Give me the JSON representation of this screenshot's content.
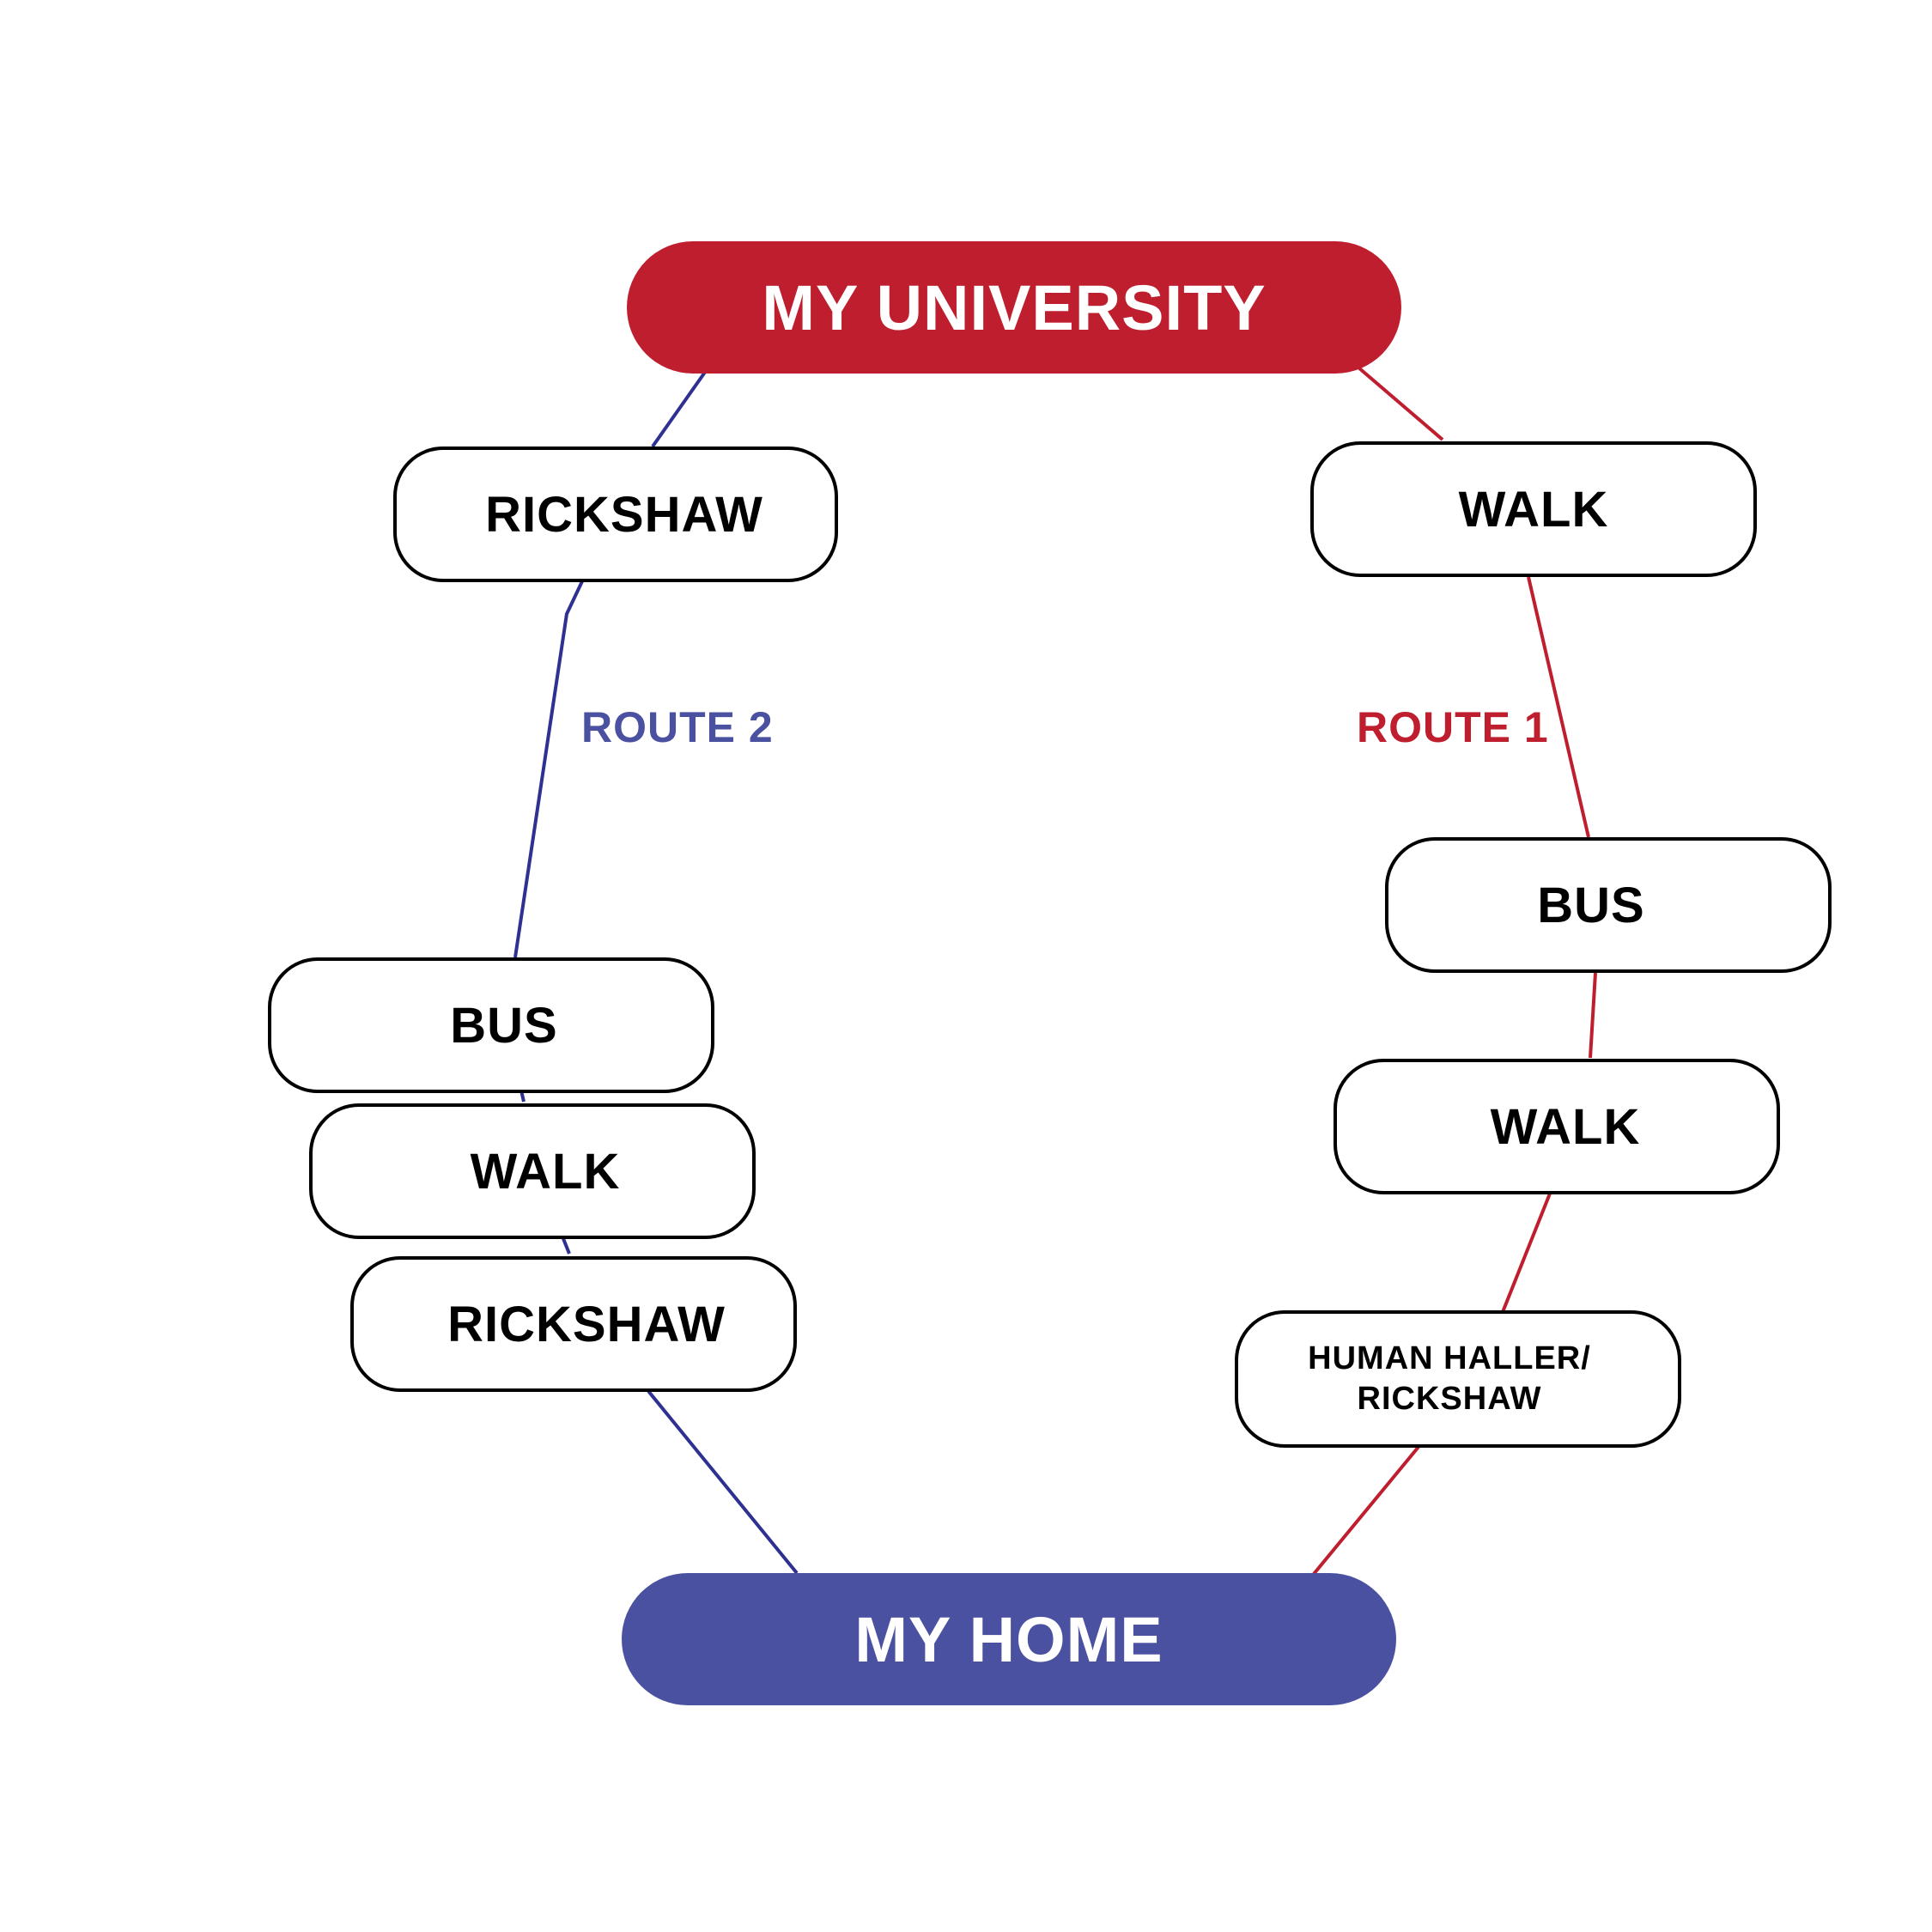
{
  "colors": {
    "university": "#be1e2d",
    "home": "#4a51a0",
    "route1": "#be1e2d",
    "route2": "#2e3192",
    "route2_label": "#4a51a0"
  },
  "destination": {
    "label": "MY UNIVERSITY"
  },
  "origin": {
    "label": "MY HOME"
  },
  "route1": {
    "label": "ROUTE 1",
    "steps": [
      "WALK",
      "BUS",
      "WALK",
      "HUMAN HALLER/\nRICKSHAW"
    ]
  },
  "route2": {
    "label": "ROUTE 2",
    "steps": [
      "RICKSHAW",
      "BUS",
      "WALK",
      "RICKSHAW"
    ]
  }
}
